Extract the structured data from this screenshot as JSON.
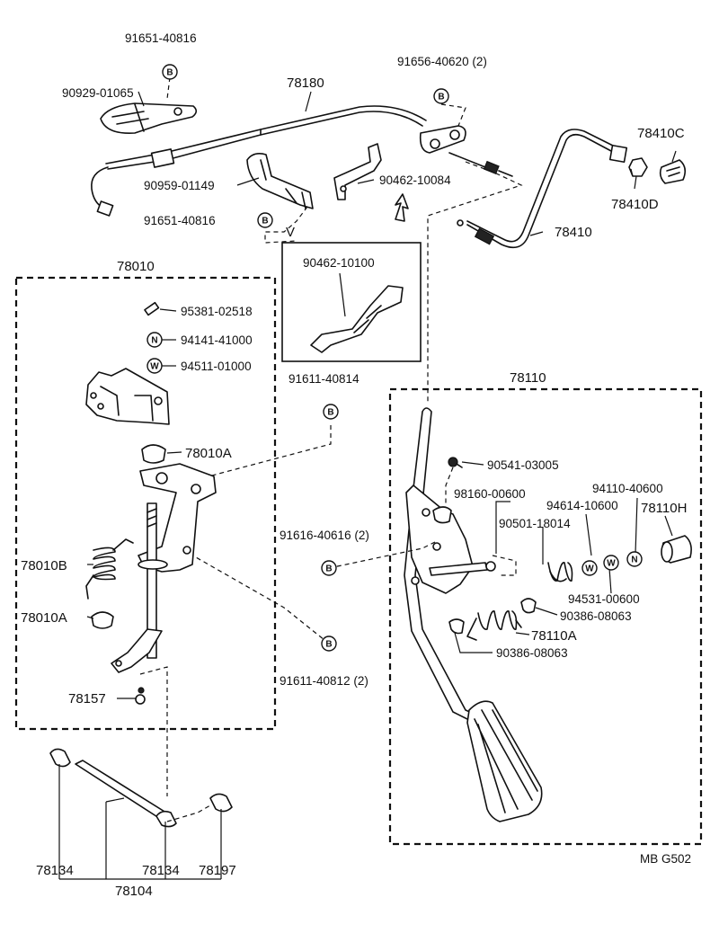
{
  "diagram_code": "MB G502",
  "symbols": {
    "bolt": "B",
    "nut": "N",
    "washer": "W",
    "view": "V"
  },
  "labels": {
    "p91651_40816_top": "91651-40816",
    "p90929_01065": "90929-01065",
    "p78180": "78180",
    "p91656_40620": "91656-40620 (2)",
    "p78410C": "78410C",
    "p78410D": "78410D",
    "p78410": "78410",
    "p90959_01149": "90959-01149",
    "p90462_10084": "90462-10084",
    "p91651_40816_mid": "91651-40816",
    "p78010": "78010",
    "p90462_10100": "90462-10100",
    "p95381_02518": "95381-02518",
    "p94141_41000": "94141-41000",
    "p94511_01000": "94511-01000",
    "p91611_40814": "91611-40814",
    "p78110": "78110",
    "p78010A_top": "78010A",
    "p90541_03005": "90541-03005",
    "p98160_00600": "98160-00600",
    "p94110_40600": "94110-40600",
    "p94614_10600": "94614-10600",
    "p90501_18014": "90501-18014",
    "p78110H": "78110H",
    "p91616_40616": "91616-40616 (2)",
    "p78010B": "78010B",
    "p94531_00600": "94531-00600",
    "p90386_08063_a": "90386-08063",
    "p78010A_bot": "78010A",
    "p78110A": "78110A",
    "p90386_08063_b": "90386-08063",
    "p91611_40812": "91611-40812 (2)",
    "p78157": "78157",
    "p78134_left": "78134",
    "p78134_right": "78134",
    "p78197": "78197",
    "p78104": "78104"
  }
}
